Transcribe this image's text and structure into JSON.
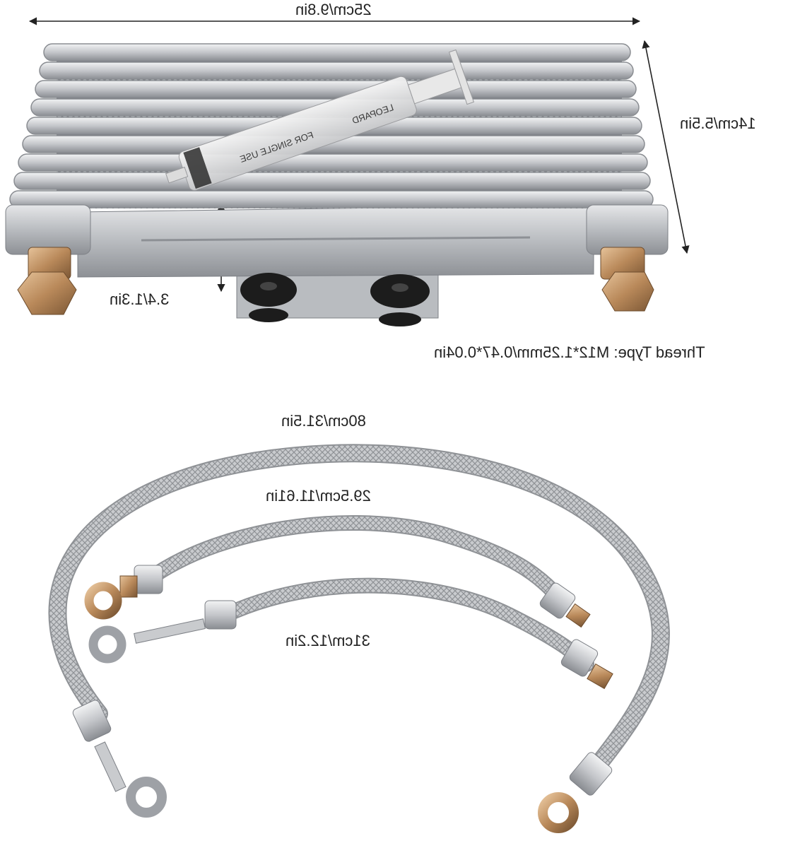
{
  "colors": {
    "background": "#ffffff",
    "text": "#222222",
    "aluminum": "#b9bcc0",
    "aluminum_dark": "#7d8086",
    "braided_hose": "#c6c8cb",
    "brass": "#b9895a",
    "rubber": "#1c1c1c"
  },
  "labels": {
    "width": "25cm/9.8in",
    "height": "14cm/5.5in",
    "bracket": "3.4/1.3in",
    "thread": "Thread Type: M12*1.25mm/0.47*0.04in",
    "hose_long": "80cm/31.5in",
    "hose_mid": "29.5cm/11.61in",
    "hose_short": "31cm/12.2in"
  },
  "syringe": {
    "text_brand": "LEOPARD",
    "text_use": "FOR SINGLE USE"
  }
}
